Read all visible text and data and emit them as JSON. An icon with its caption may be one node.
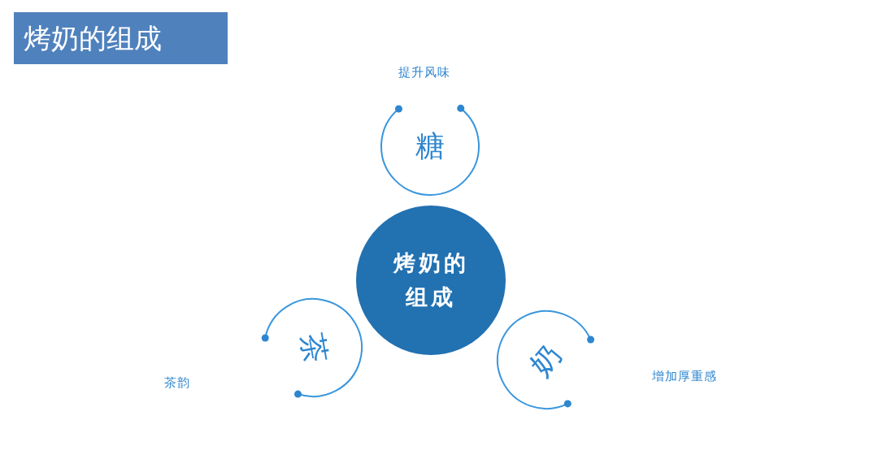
{
  "diagram": {
    "title": "烤奶的组成",
    "nodes": [
      {
        "text": [
          "烤奶的组成"
        ]
      },
      {
        "text": [
          "糖"
        ],
        "beside": [
          "提升风味"
        ]
      },
      {
        "text": [
          "茶"
        ]
      },
      {
        "text": [
          "奶"
        ]
      }
    ],
    "edges": [],
    "labels": [
      "茶韵",
      "增加厚重感"
    ]
  }
}
